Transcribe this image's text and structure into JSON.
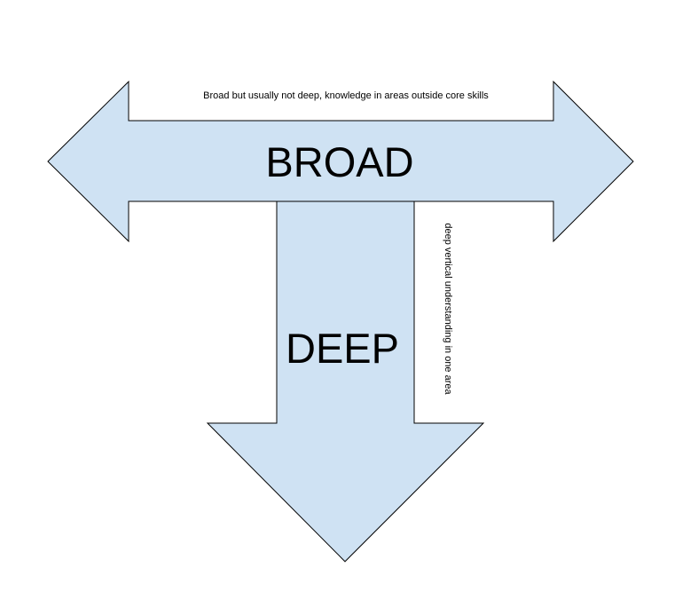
{
  "diagram": {
    "broad_arrow": {
      "label": "BROAD",
      "caption": "Broad but usually not deep, knowledge in areas outside core skills"
    },
    "deep_arrow": {
      "label": "DEEP",
      "caption": "deep vertical understanding in one area"
    },
    "colors": {
      "arrow_fill": "#cfe2f3",
      "outline": "#000000",
      "background": "#ffffff"
    }
  }
}
